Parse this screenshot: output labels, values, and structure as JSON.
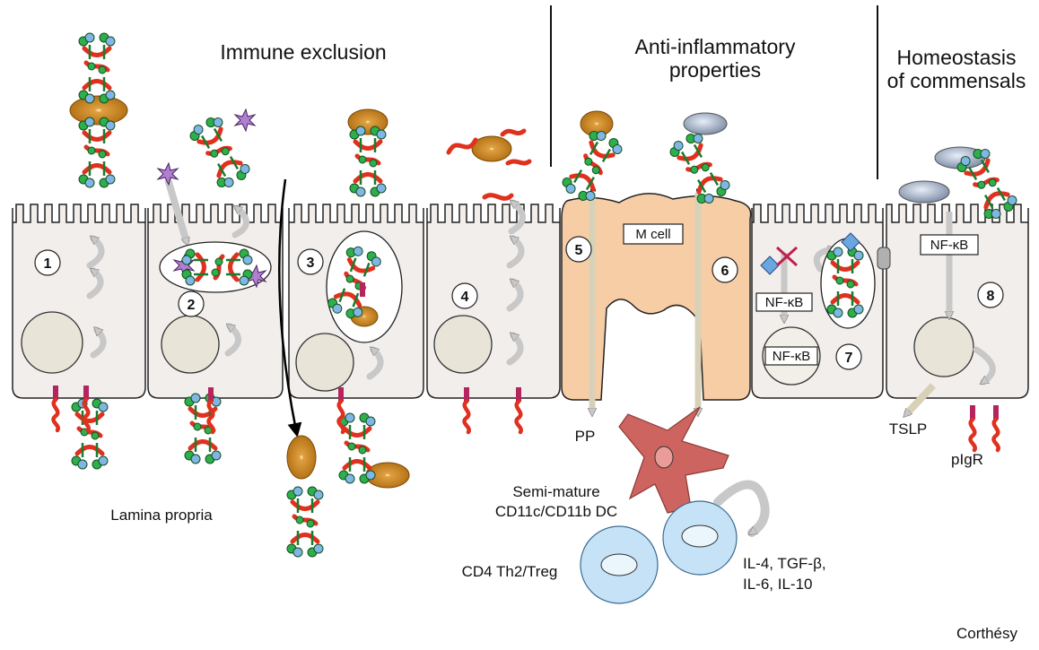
{
  "headings": {
    "immune_exclusion": "Immune exclusion",
    "anti_inflammatory": [
      "Anti-inflammatory",
      "properties"
    ],
    "homeostasis": [
      "Homeostasis",
      "of commensals"
    ]
  },
  "cell_numbers": [
    "1",
    "2",
    "3",
    "4",
    "5",
    "6",
    "7",
    "8"
  ],
  "labels": {
    "m_cell": "M cell",
    "pp": "PP",
    "dc": [
      "Semi-mature",
      "CD11c/CD11b DC"
    ],
    "t_cells": "CD4 Th2/Treg",
    "cytokines": [
      "IL-4, TGF-β,",
      "IL-6, IL-10"
    ],
    "lamina_propria": "Lamina propria",
    "tslp": "TSLP",
    "pigr": "pIgR",
    "nfkb": "NF-κB",
    "author": "Corthésy"
  },
  "colors": {
    "cell_fill": "#f2eeec",
    "m_cell_fill": "#f7cda6",
    "bacterium": "#c8801a",
    "commensal": "#a4b4cc",
    "dc": "#cd6460",
    "t_cell": "#c6e2f6",
    "secretory_component": "#e0301e",
    "antibody": "#27a844",
    "receptor": "#b5245d",
    "arrow": "#c8c8c8",
    "transport_arrow": "#d8d1b8"
  }
}
